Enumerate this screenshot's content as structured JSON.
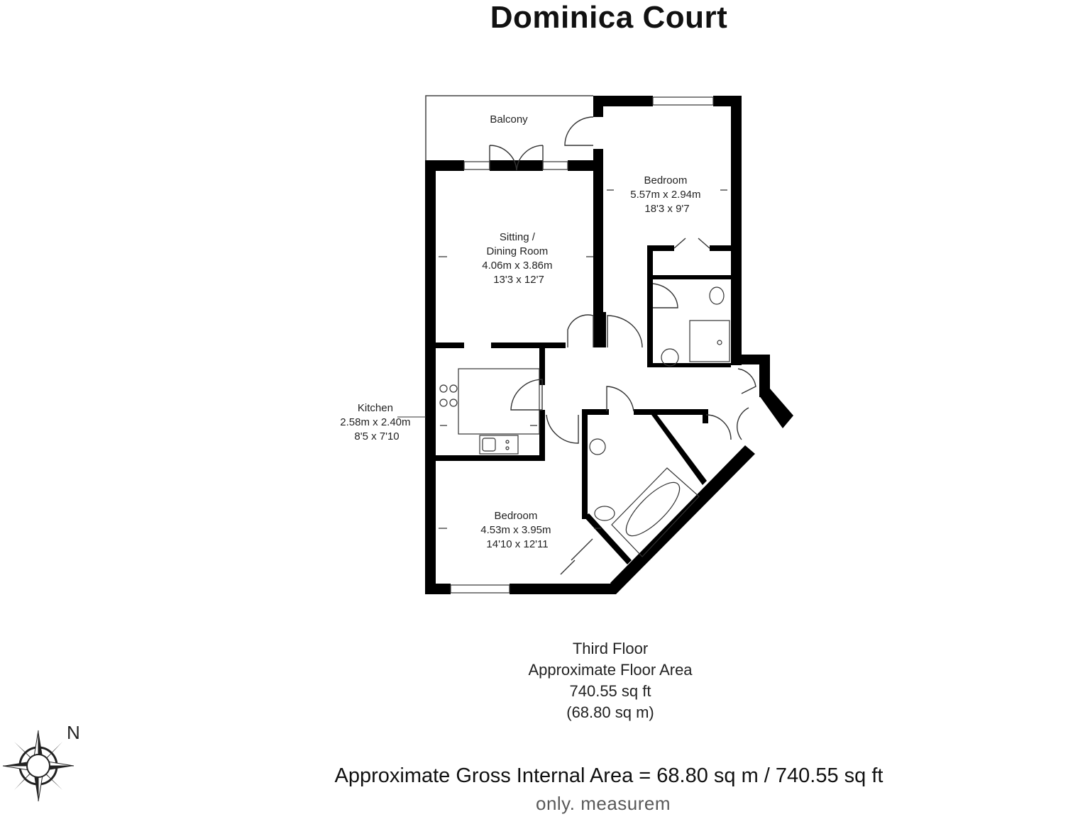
{
  "title": "Dominica Court",
  "rooms": [
    {
      "id": "balcony",
      "lines": [
        "Balcony"
      ]
    },
    {
      "id": "bedroom1",
      "lines": [
        "Bedroom",
        "5.57m x 2.94m",
        "18'3 x 9'7"
      ]
    },
    {
      "id": "sitting",
      "lines": [
        "Sitting /",
        "Dining Room",
        "4.06m x 3.86m",
        "13'3 x 12'7"
      ]
    },
    {
      "id": "kitchen",
      "lines": [
        "Kitchen",
        "2.58m x 2.40m",
        "8'5 x 7'10"
      ]
    },
    {
      "id": "bedroom2",
      "lines": [
        "Bedroom",
        "4.53m x 3.95m",
        "14'10 x 12'11"
      ]
    }
  ],
  "floor_info": {
    "floor": "Third Floor",
    "area_label": "Approximate Floor Area",
    "area_sqft": "740.55 sq ft",
    "area_sqm": "(68.80 sq m)"
  },
  "gross_internal_area": "Approximate Gross Internal Area = 68.80 sq m / 740.55 sq ft",
  "disclaimer": "only. measurem",
  "compass": {
    "north_label": "N",
    "icon": "compass-rose-icon"
  },
  "colors": {
    "wall": "#000000",
    "line": "#222222",
    "background": "#ffffff"
  }
}
